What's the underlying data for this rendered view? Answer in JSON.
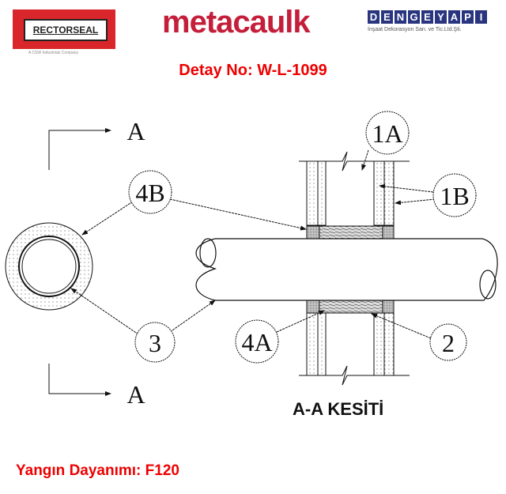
{
  "logos": {
    "rectorseal": {
      "name": "RECTORSEAL",
      "subtitle": "A CSW Industrials Company"
    },
    "metacaulk": {
      "name": "metacaulk"
    },
    "dengeyapi": {
      "letters": [
        "D",
        "E",
        "N",
        "G",
        "E",
        "Y",
        "A",
        "P",
        "I"
      ],
      "subtitle": "İnşaat Dekorasyon San. ve Tic.Ltd.Şti."
    }
  },
  "title": "Detay No: W-L-1099",
  "section_title": "A-A KESİTİ",
  "fire_rating": "Yangın Dayanımı: F120",
  "labels": {
    "section_mark_top": "A",
    "section_mark_bottom": "A",
    "l1A": "1A",
    "l1B": "1B",
    "l4B": "4B",
    "l3": "3",
    "l4A": "4A",
    "l2": "2"
  },
  "colors": {
    "red": "#e00000",
    "brand_red": "#c41e3a",
    "navy": "#2a3580"
  }
}
